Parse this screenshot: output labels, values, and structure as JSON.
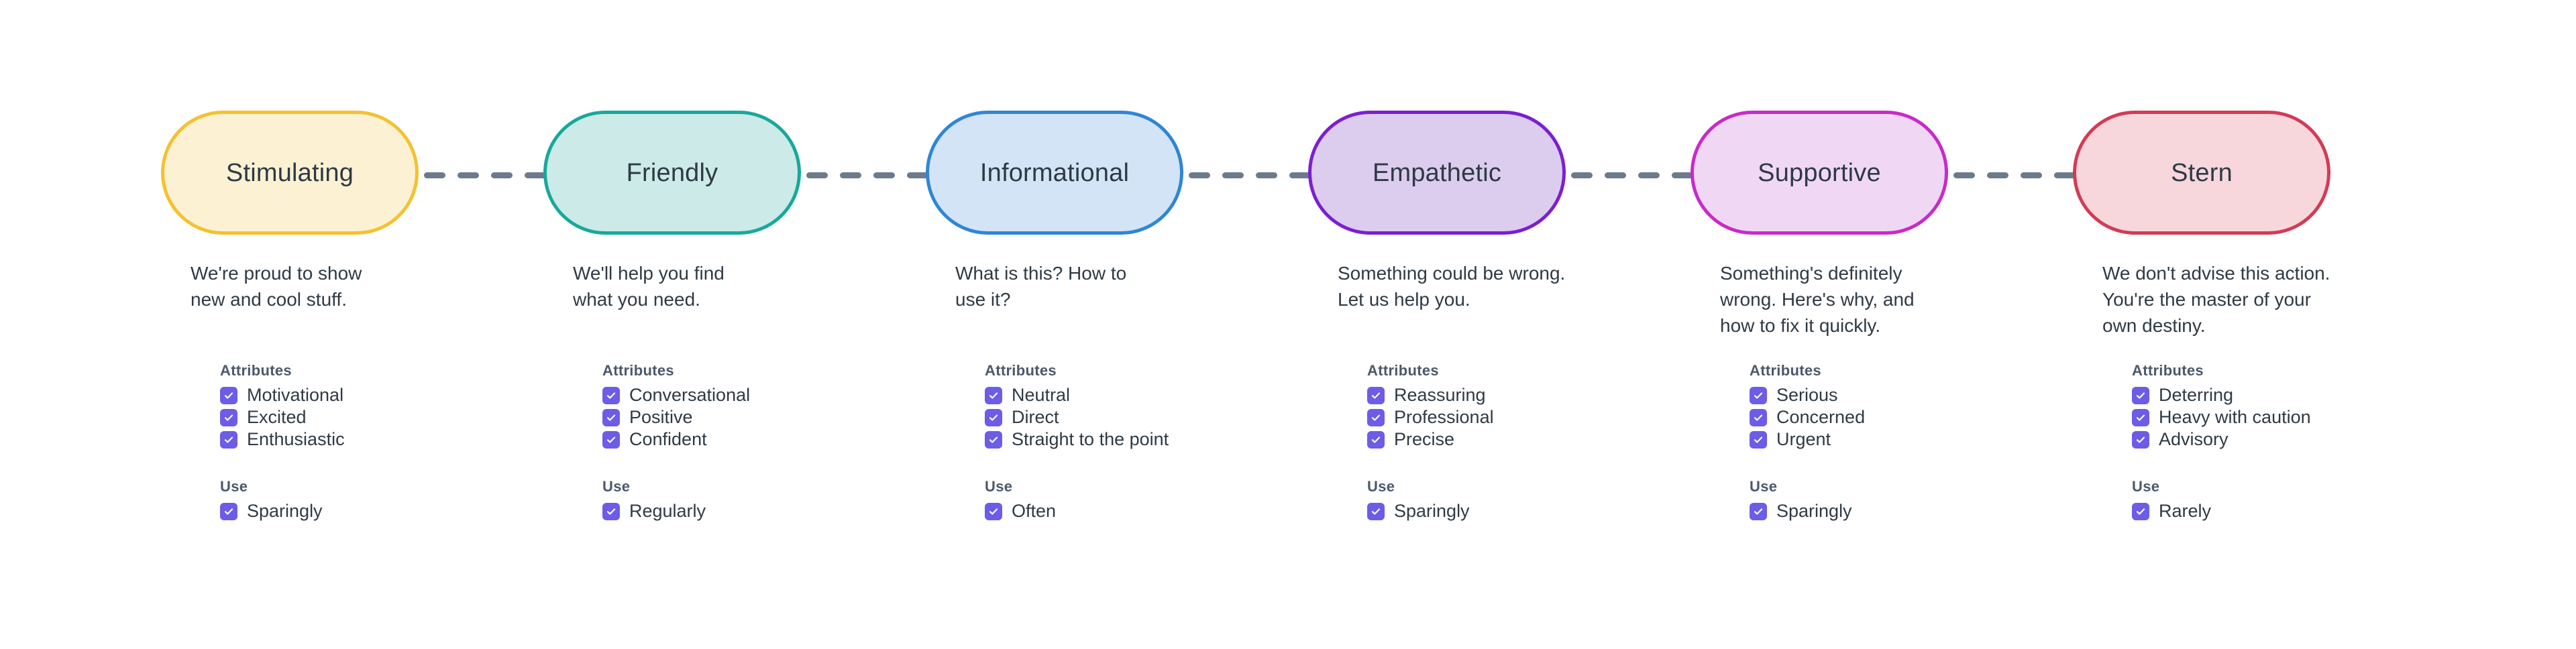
{
  "meta": {
    "attributes_heading": "Attributes",
    "use_heading": "Use",
    "connector_icon": "dashed-line-icon",
    "checkbox_icon": "checkmark-icon",
    "checkbox_color": "#6c5ce7",
    "connector_color": "#6b7b8c",
    "text_color": "#2e3a45",
    "background_color": "#ffffff"
  },
  "columns": [
    {
      "id": "stimulating",
      "label": "Stimulating",
      "description": "We're proud to show\nnew and cool stuff.",
      "border_color": "#f5c12f",
      "fill_color": "#fcf1d3",
      "attributes": [
        "Motivational",
        "Excited",
        "Enthusiastic"
      ],
      "use": [
        "Sparingly"
      ]
    },
    {
      "id": "friendly",
      "label": "Friendly",
      "description": "We'll help you find\nwhat you need.",
      "border_color": "#17a99b",
      "fill_color": "#cceae7",
      "attributes": [
        "Conversational",
        "Positive",
        "Confident"
      ],
      "use": [
        "Regularly"
      ]
    },
    {
      "id": "informational",
      "label": "Informational",
      "description": "What is this? How to\nuse it?",
      "border_color": "#2f86d4",
      "fill_color": "#d3e4f6",
      "attributes": [
        "Neutral",
        "Direct",
        "Straight to the point"
      ],
      "use": [
        "Often"
      ]
    },
    {
      "id": "empathetic",
      "label": "Empathetic",
      "description": "Something could be wrong.\nLet us help you.",
      "border_color": "#7b1fd1",
      "fill_color": "#dcccee",
      "attributes": [
        "Reassuring",
        "Professional",
        "Precise"
      ],
      "use": [
        "Sparingly"
      ]
    },
    {
      "id": "supportive",
      "label": "Supportive",
      "description": "Something's definitely\nwrong. Here's why, and\nhow to fix it quickly.",
      "border_color": "#c92ac9",
      "fill_color": "#f0d8f5",
      "attributes": [
        "Serious",
        "Concerned",
        "Urgent"
      ],
      "use": [
        "Sparingly"
      ]
    },
    {
      "id": "stern",
      "label": "Stern",
      "description": "We don't advise this action.\nYou're the master of your\nown destiny.",
      "border_color": "#d33b56",
      "fill_color": "#f7d7dc",
      "attributes": [
        "Deterring",
        "Heavy with caution",
        "Advisory"
      ],
      "use": [
        "Rarely"
      ]
    }
  ]
}
